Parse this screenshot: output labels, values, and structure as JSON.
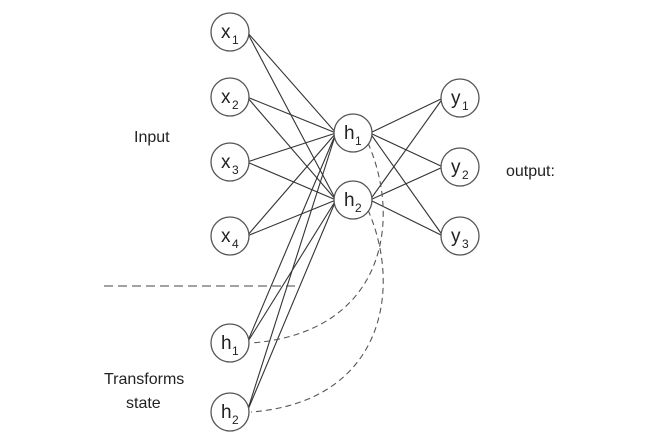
{
  "labels": {
    "input": "Input",
    "output": "output:",
    "transforms_line1": "Transforms",
    "transforms_line2": "state"
  },
  "nodes": {
    "x1": {
      "main": "x",
      "sub": "1"
    },
    "x2": {
      "main": "x",
      "sub": "2"
    },
    "x3": {
      "main": "x",
      "sub": "3"
    },
    "x4": {
      "main": "x",
      "sub": "4"
    },
    "h1": {
      "main": "h",
      "sub": "1"
    },
    "h2": {
      "main": "h",
      "sub": "2"
    },
    "y1": {
      "main": "y",
      "sub": "1"
    },
    "y2": {
      "main": "y",
      "sub": "2"
    },
    "y3": {
      "main": "y",
      "sub": "3"
    },
    "c1": {
      "main": "h",
      "sub": "1"
    },
    "c2": {
      "main": "h",
      "sub": "2"
    }
  },
  "edges": [
    [
      "x1",
      "h1"
    ],
    [
      "x1",
      "h2"
    ],
    [
      "x2",
      "h1"
    ],
    [
      "x2",
      "h2"
    ],
    [
      "x3",
      "h1"
    ],
    [
      "x3",
      "h2"
    ],
    [
      "x4",
      "h1"
    ],
    [
      "x4",
      "h2"
    ],
    [
      "c1",
      "h1"
    ],
    [
      "c1",
      "h2"
    ],
    [
      "c2",
      "h1"
    ],
    [
      "c2",
      "h2"
    ],
    [
      "h1",
      "y1"
    ],
    [
      "h1",
      "y2"
    ],
    [
      "h1",
      "y3"
    ],
    [
      "h2",
      "y1"
    ],
    [
      "h2",
      "y2"
    ],
    [
      "h2",
      "y3"
    ]
  ],
  "recurrent_edges": [
    [
      "h1",
      "c1"
    ],
    [
      "h2",
      "c2"
    ]
  ]
}
